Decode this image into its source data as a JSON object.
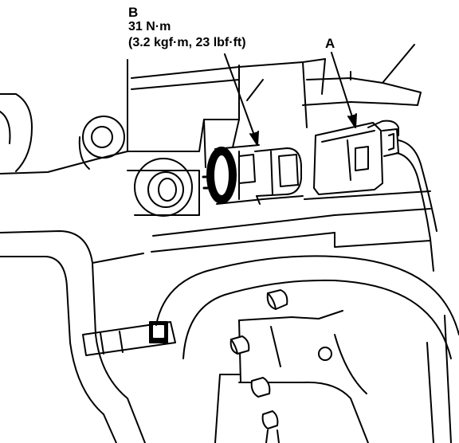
{
  "callouts": {
    "b": {
      "letter": "B",
      "torque": "31 N·m",
      "torque_converted": "(3.2 kgf·m, 23 lbf·ft)"
    },
    "a": {
      "letter": "A"
    }
  },
  "colors": {
    "ink": "#000000",
    "paper": "#ffffff"
  }
}
